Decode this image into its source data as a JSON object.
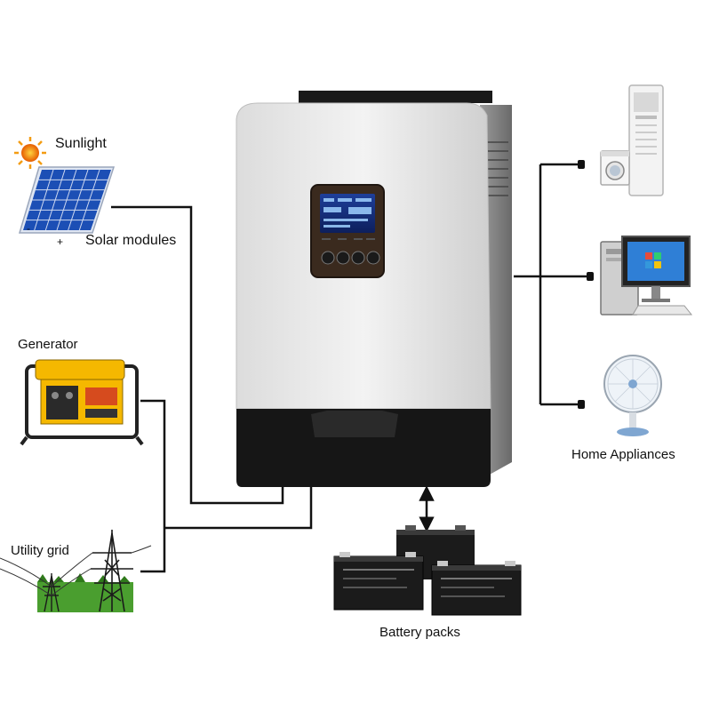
{
  "labels": {
    "sunlight": "Sunlight",
    "solar_modules": "Solar modules",
    "generator": "Generator",
    "utility_grid": "Utility grid",
    "battery_packs": "Battery packs",
    "home_appliances": "Home Appliances",
    "solar_plus": "+",
    "solar_minus": "-"
  },
  "nodes": [
    {
      "id": "solar",
      "name": "Solar modules"
    },
    {
      "id": "generator",
      "name": "Generator"
    },
    {
      "id": "grid",
      "name": "Utility grid"
    },
    {
      "id": "inverter",
      "name": ""
    },
    {
      "id": "batteries",
      "name": "Battery packs"
    },
    {
      "id": "appliances",
      "name": "Home Appliances"
    }
  ],
  "edges": [
    {
      "from": "solar",
      "to": "inverter",
      "direction": "one-way"
    },
    {
      "from": "generator",
      "to": "inverter",
      "direction": "one-way"
    },
    {
      "from": "grid",
      "to": "inverter",
      "direction": "one-way"
    },
    {
      "from": "inverter",
      "to": "batteries",
      "direction": "two-way"
    },
    {
      "from": "inverter",
      "to": "appliances",
      "direction": "one-way"
    }
  ],
  "colors": {
    "wire": "#111111",
    "inverter_body": "#e9e9e9",
    "inverter_base": "#161616",
    "solar_cell": "#1c4fb5",
    "sun": "#f39c12",
    "generator_yellow": "#f5b800",
    "grid_green": "#4a9e2f",
    "battery": "#1b1b1b"
  }
}
